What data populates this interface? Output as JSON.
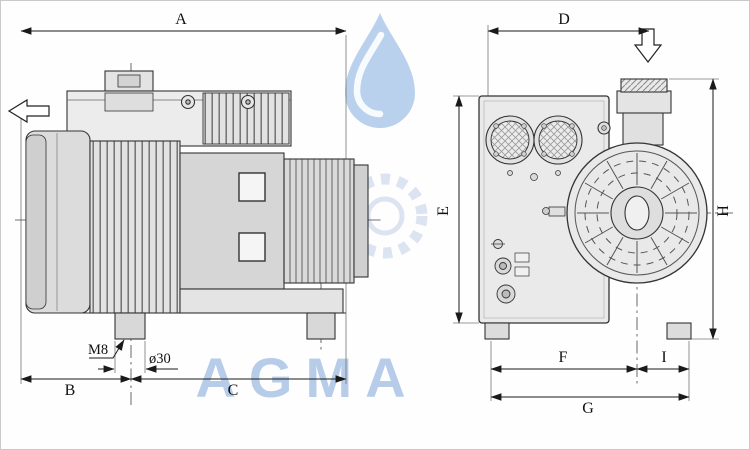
{
  "drawing": {
    "title": "Vacuum pump outline dimension drawing",
    "labels": {
      "a": "A",
      "b": "B",
      "c": "C",
      "d": "D",
      "e": "E",
      "f": "F",
      "g": "G",
      "h": "H",
      "i": "I",
      "thread": "M8",
      "diameter": "ø30"
    },
    "watermark": {
      "text": "AGMA",
      "color": "#b6cce9"
    }
  }
}
